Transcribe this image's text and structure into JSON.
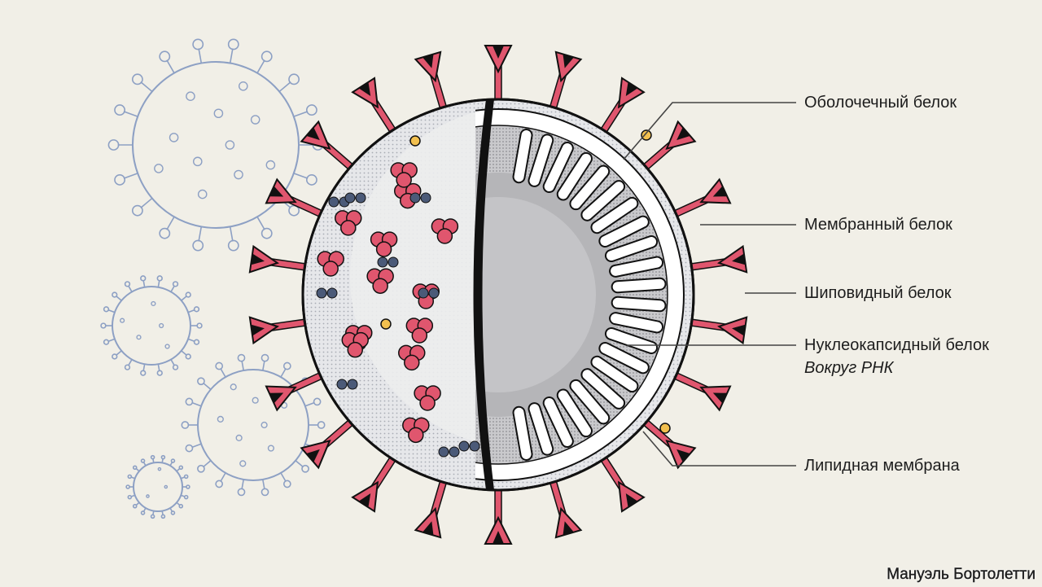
{
  "labels": {
    "envelope_protein": "Оболочечный белок",
    "membrane_protein": "Мембранный белок",
    "spike_protein": "Шиповидный белок",
    "nucleocapsid_protein": "Нуклеокапсидный белок",
    "around_rna": "Вокруг РНК",
    "lipid_membrane": "Липидная мембрана"
  },
  "credit": "Мануэль Бортолетти",
  "colors": {
    "background": "#f1efe7",
    "spike": "#e0566e",
    "spike_dark": "#1d1d1d",
    "virion_surface": "#e3e4e7",
    "membrane": "#ffffff",
    "capsid_shade": "#b5b5b8",
    "membrane_protein": "#4b5a78",
    "envelope_protein": "#f2c04f",
    "outline": "#111111",
    "background_virus": "#8da0c4"
  }
}
